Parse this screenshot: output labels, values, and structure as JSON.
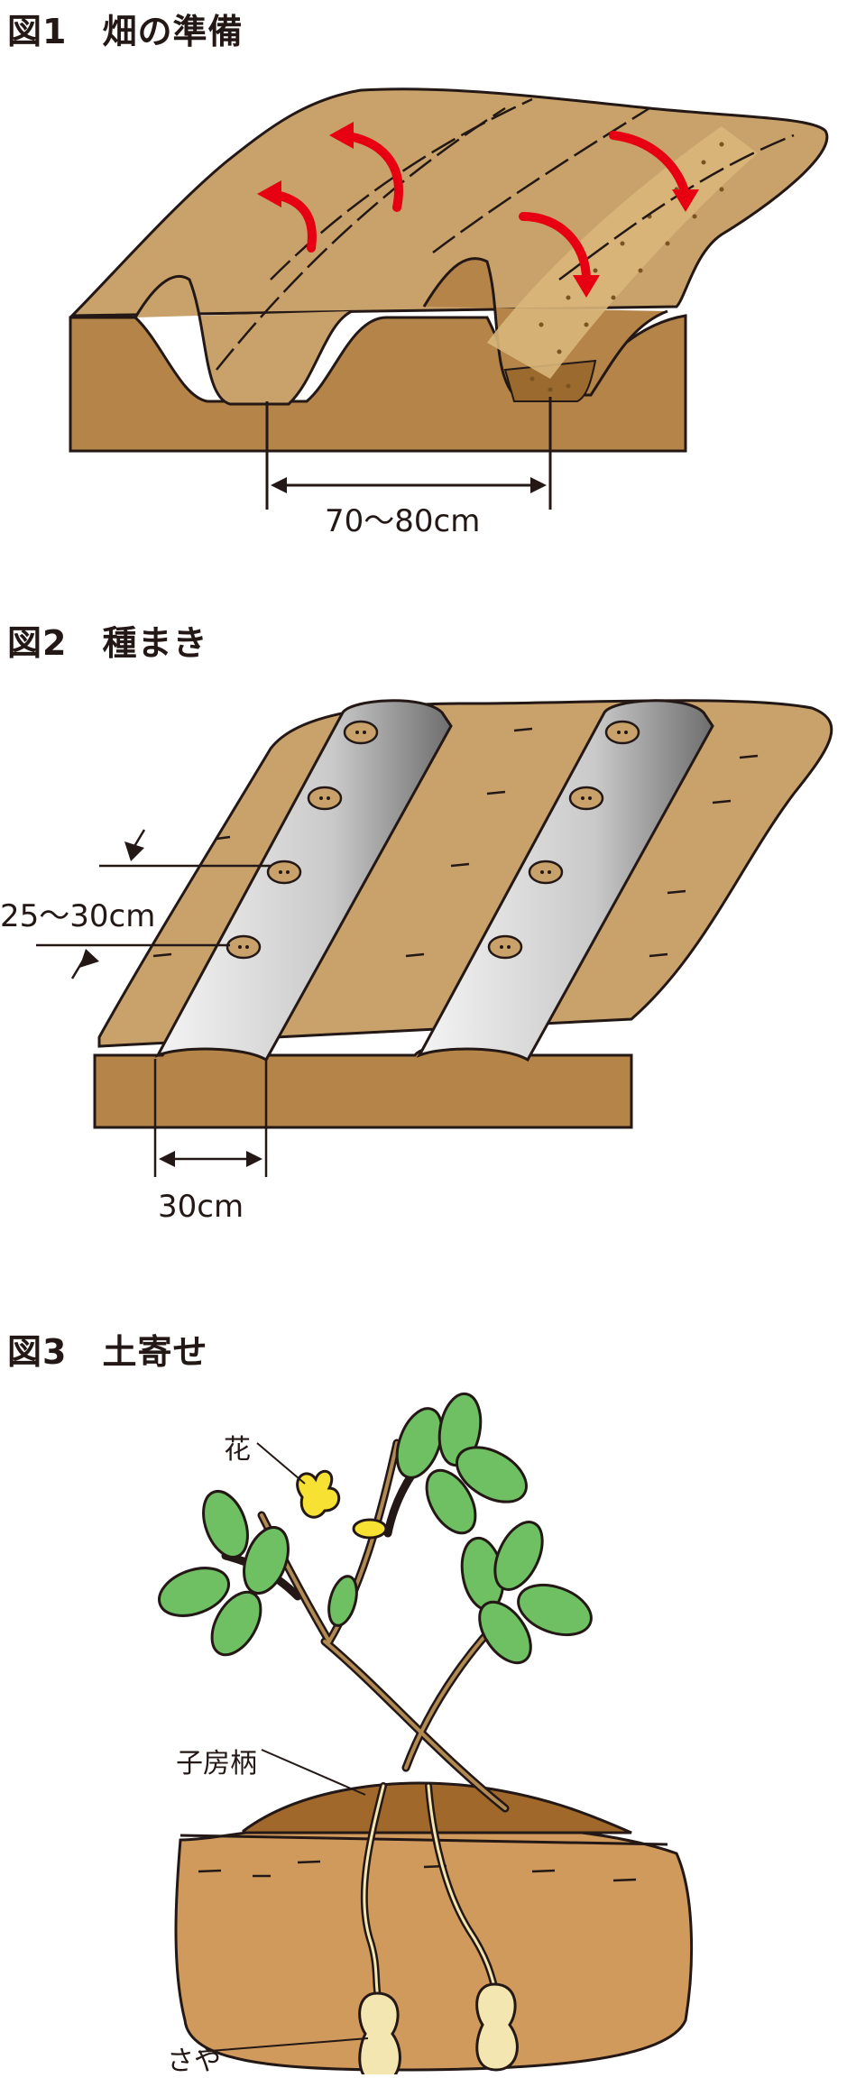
{
  "figures": [
    {
      "title": "図1　畑の準備",
      "label": "70〜80cm"
    },
    {
      "title": "図2　種まき",
      "label_spacing": "25〜30cm",
      "label_width": "30cm"
    },
    {
      "title": "図3　土寄せ",
      "labels": {
        "flower": "花",
        "ovary_stalk": "子房柄",
        "pod": "さや"
      }
    }
  ],
  "colors": {
    "soil_top": "#c8a26a",
    "soil_front": "#b58448",
    "soil_dark": "#9a6a2e",
    "mulch_light": "#f2f2f2",
    "mulch_dark": "#7a7a7a",
    "arrow_red": "#e60012",
    "leaf": "#6fbf63",
    "flower": "#f7e233",
    "pod": "#f4e6b0"
  }
}
